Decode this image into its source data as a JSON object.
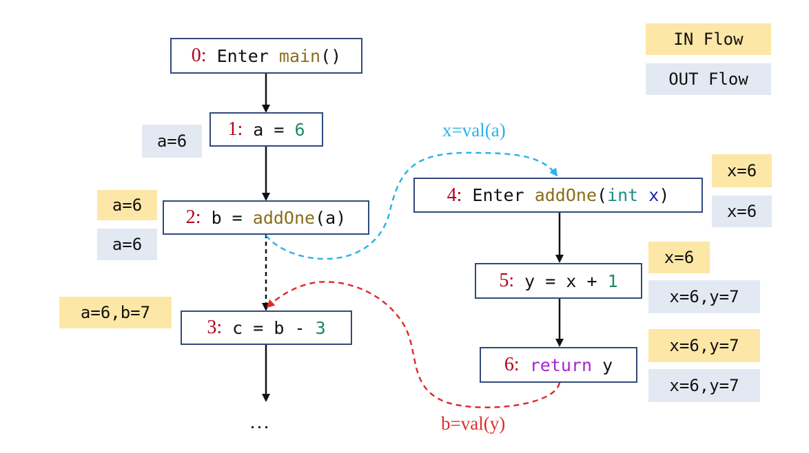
{
  "legend": {
    "in_label": "IN Flow",
    "out_label": "OUT Flow"
  },
  "nodes": {
    "n0": {
      "num": "0:",
      "pre": " Enter ",
      "fn": "main",
      "post": "()"
    },
    "n1": {
      "num": "1:",
      "pre": " a = ",
      "lit": "6"
    },
    "n2": {
      "num": "2:",
      "pre": " b = ",
      "fn": "addOne",
      "post": "(a)"
    },
    "n3": {
      "num": "3:",
      "pre": " c = b - ",
      "lit": "3"
    },
    "n4": {
      "num": "4:",
      "pre": " Enter ",
      "fn": "addOne",
      "paren_open": "(",
      "kw": "int",
      "space": " ",
      "var": "x",
      "paren_close": ")"
    },
    "n5": {
      "num": "5:",
      "pre": " y = x + ",
      "lit": "1"
    },
    "n6": {
      "num": "6:",
      "kw": " return",
      "post": " y"
    }
  },
  "flows": {
    "n1_out": "a=6",
    "n2_in": "a=6",
    "n2_out": "a=6",
    "n3_in": "a=6,b=7",
    "n4_in": "x=6",
    "n4_out": "x=6",
    "n5_in": "x=6",
    "n5_out": "x=6,y=7",
    "n6_in": "x=6,y=7",
    "n6_out": "x=6,y=7"
  },
  "edge_labels": {
    "call": "x=val(a)",
    "return": "b=val(y)"
  },
  "continuation": "...",
  "colors": {
    "call_edge": "#2bb3e6",
    "return_edge": "#e02b2b",
    "node_border": "#2f4a7a",
    "in_flow": "#fde7a6",
    "out_flow": "#e3e9f3"
  }
}
